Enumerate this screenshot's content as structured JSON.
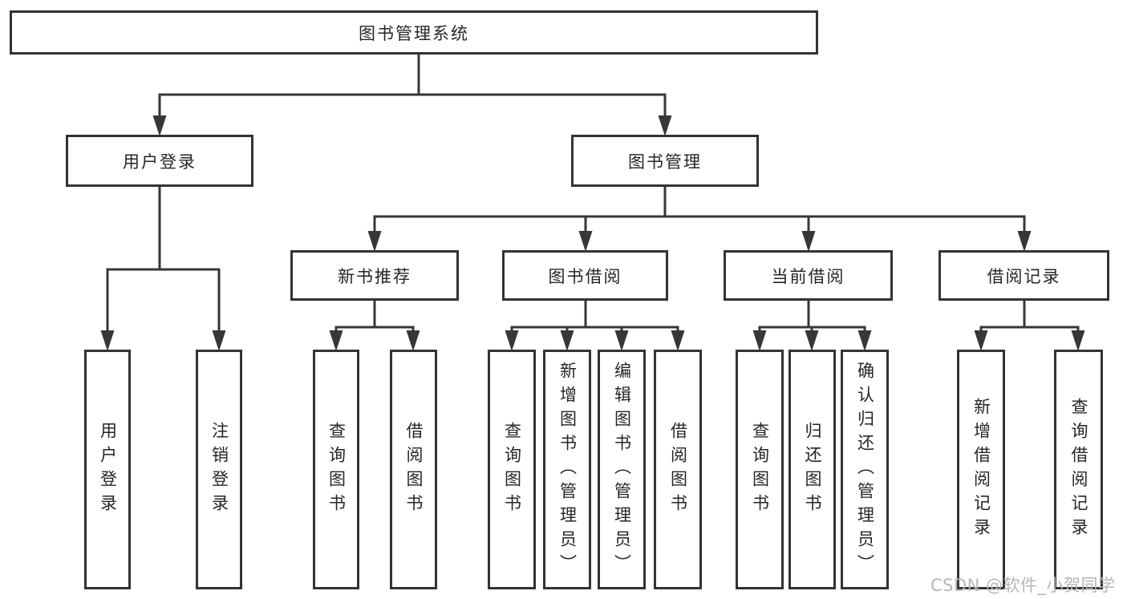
{
  "diagram": {
    "title": "图书管理系统",
    "root": {
      "label": "图书管理系统"
    },
    "level2": [
      {
        "id": "user-login",
        "label": "用户登录"
      },
      {
        "id": "book-management",
        "label": "图书管理"
      }
    ],
    "level3": [
      {
        "id": "new-book-recommend",
        "label": "新书推荐"
      },
      {
        "id": "book-borrow",
        "label": "图书借阅"
      },
      {
        "id": "current-borrow",
        "label": "当前借阅"
      },
      {
        "id": "borrow-records",
        "label": "借阅记录"
      }
    ],
    "leaves": {
      "user_login": [
        {
          "label": "用户登录"
        },
        {
          "label": "注销登录"
        }
      ],
      "new_book": [
        {
          "label": "查询图书"
        },
        {
          "label": "借阅图书"
        }
      ],
      "book_borrow": [
        {
          "label": "查询图书"
        },
        {
          "label": "新增图书（管理员）"
        },
        {
          "label": "编辑图书（管理员）"
        },
        {
          "label": "借阅图书"
        }
      ],
      "current_borrow": [
        {
          "label": "查询图书"
        },
        {
          "label": "归还图书"
        },
        {
          "label": "确认归还（管理员）"
        }
      ],
      "records": [
        {
          "label": "新增借阅记录"
        },
        {
          "label": "查询借阅记录"
        }
      ]
    }
  },
  "watermark": "CSDN @软件_小贺同学",
  "colors": {
    "line": "#373737",
    "border": "#333333",
    "text": "#262626",
    "watermark": "#b3b6bb",
    "background": "#ffffff"
  }
}
